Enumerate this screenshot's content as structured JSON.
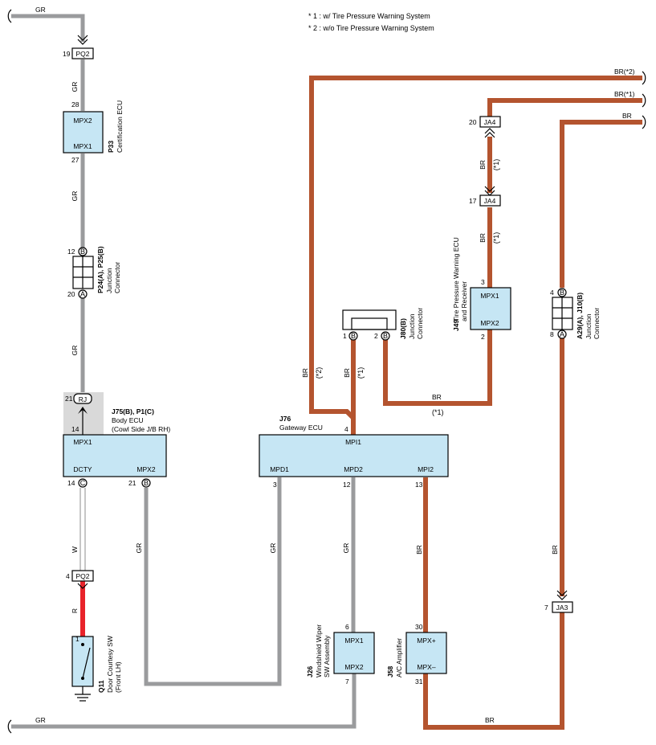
{
  "notes": {
    "n1": "* 1 : w/ Tire Pressure Warning System",
    "n2": "* 2 : w/o Tire Pressure Warning System"
  },
  "colors": {
    "gr": "#9a9b9d",
    "br": "#b4542f",
    "r": "#e8232a",
    "ecu_fill": "#c6e6f4"
  },
  "wires": {
    "gr": "GR",
    "br": "BR",
    "w": "W",
    "r": "R",
    "br_s1": "BR(*1)",
    "br_s2": "BR(*2)",
    "s1": "(*1)",
    "s2": "(*2)"
  },
  "components": {
    "p33": {
      "code": "P33",
      "name": "Certification ECU",
      "top": "MPX2",
      "bottom": "MPX1",
      "pin_top": "28",
      "pin_bottom": "27"
    },
    "p24": {
      "code": "P24(A), P25(B)",
      "name1": "Junction",
      "name2": "Connector",
      "pin_top": "12",
      "pin_bottom": "20",
      "lt": "B",
      "lb": "A"
    },
    "j75": {
      "code": "J75(B), P1(C)",
      "name1": "Body ECU",
      "name2": "(Cowl Side J/B RH)",
      "mpx1": "MPX1",
      "dcty": "DCTY",
      "mpx2": "MPX2",
      "pin_mpx1": "14",
      "pin_dcty": "14",
      "pin_mpx2": "21",
      "l_dcty": "C",
      "l_mpx2": "B"
    },
    "rj": {
      "label": "RJ",
      "pin": "21"
    },
    "pq2_top": {
      "label": "PQ2",
      "pin": "19"
    },
    "pq2_bot": {
      "label": "PQ2",
      "pin": "4"
    },
    "q11": {
      "code": "Q11",
      "name1": "Door Courtesy SW",
      "name2": "(Front LH)",
      "pin": "1"
    },
    "j76": {
      "code": "J76",
      "name": "Gateway ECU",
      "mpi1": "MPI1",
      "mpd1": "MPD1",
      "mpd2": "MPD2",
      "mpi2": "MPI2",
      "pin_mpi1": "4",
      "pin_mpd1": "3",
      "pin_mpd2": "12",
      "pin_mpi2": "13"
    },
    "j80": {
      "code": "J80(B)",
      "name1": "Junction",
      "name2": "Connector",
      "pin1": "1",
      "pin2": "2",
      "l1": "B",
      "l2": "B"
    },
    "j49": {
      "code": "J49",
      "name1": "Tire Pressure Warning ECU",
      "name2": "and Receiver",
      "top": "MPX1",
      "bottom": "MPX2",
      "pin_top": "3",
      "pin_bottom": "2"
    },
    "ja4_top": {
      "label": "JA4",
      "pin": "20"
    },
    "ja4_bot": {
      "label": "JA4",
      "pin": "17"
    },
    "a29": {
      "code": "A29(A), J10(B)",
      "name1": "Junction",
      "name2": "Connector",
      "pin_top": "4",
      "pin_bottom": "8",
      "lt": "B",
      "lb": "A"
    },
    "ja3": {
      "label": "JA3",
      "pin": "7"
    },
    "j26": {
      "code": "J26",
      "name1": "Windshield Wiper",
      "name2": "SW Assembly",
      "top": "MPX1",
      "bottom": "MPX2",
      "pin_top": "6",
      "pin_bottom": "7"
    },
    "j58": {
      "code": "J58",
      "name": "A/C Amplifier",
      "top": "MPX+",
      "bottom": "MPX–",
      "pin_top": "30",
      "pin_bottom": "31"
    }
  }
}
